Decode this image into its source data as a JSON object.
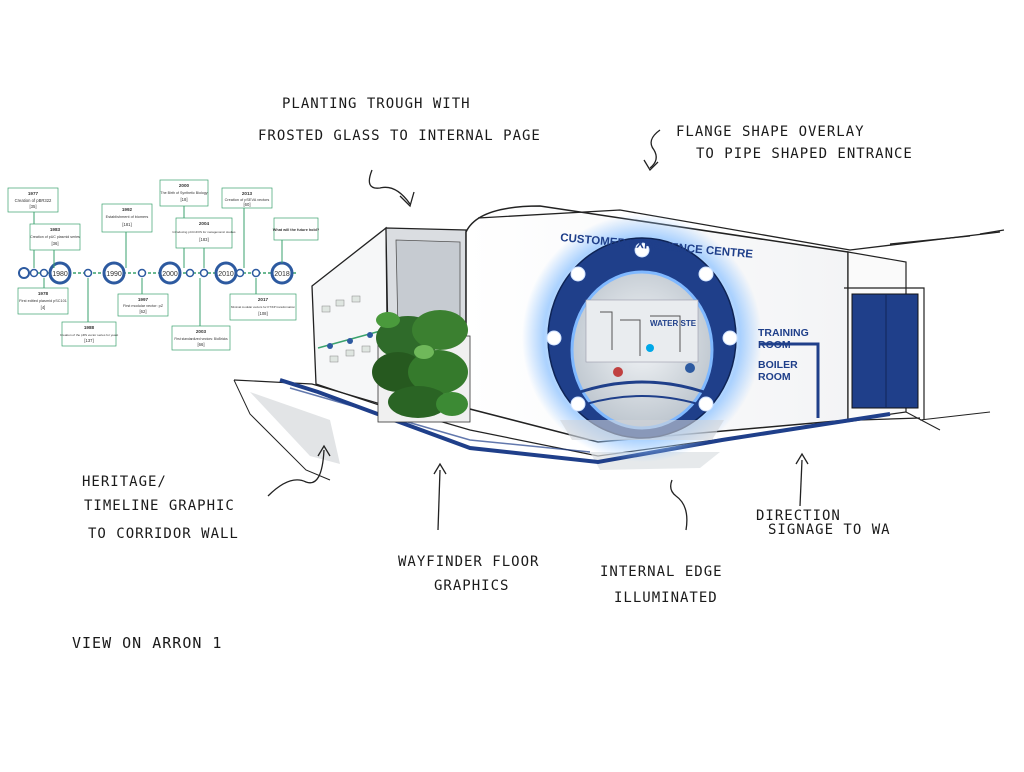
{
  "annotations": {
    "planting_line1": "PLANTING TROUGH WITH",
    "planting_line2": "FROSTED GLASS TO INTERNAL PAGE",
    "flange_line1": "FLANGE SHAPE OVERLAY",
    "flange_line2": "TO PIPE SHAPED ENTRANCE",
    "heritage_line1": "HERITAGE/",
    "heritage_line2": "TIMELINE GRAPHIC",
    "heritage_line3": "TO CORRIDOR WALL",
    "wayfinder_line1": "WAYFINDER FLOOR",
    "wayfinder_line2": "GRAPHICS",
    "internal_line1": "INTERNAL EDGE",
    "internal_line2": "ILLUMINATED",
    "direction_line1": "DIRECTION",
    "direction_line2": "SIGNAGE TO WA",
    "view_label": "VIEW ON ARRON 1"
  },
  "signage": {
    "header": "CUSTOMER EXPERIENCE CENTRE",
    "room1_line1": "TRAINING",
    "room1_line2": "ROOM",
    "room2_line1": "BOILER",
    "room2_line2": "ROOM",
    "interior_label": "WATER STE"
  },
  "timeline": {
    "decades": [
      "1980",
      "1990",
      "2000",
      "2010",
      "2018"
    ],
    "top_cards": [
      {
        "year": "1977",
        "text": "Creation of pBR322",
        "ref": "[35]"
      },
      {
        "year": "1983",
        "text": "Creation of pUC plasmid series",
        "ref": "[36]"
      },
      {
        "year": "1992",
        "text": "Establishment of biomers",
        "ref": "[181]"
      },
      {
        "year": "2000",
        "text": "The Birth of Synthetic Biology",
        "ref": "[18]"
      },
      {
        "year": "2004",
        "text": "Introducing pCC1FOS for metagenomic studies",
        "ref": "[183]"
      },
      {
        "year": "2013",
        "text": "Creation of pSEVA vectors",
        "ref": "[60]"
      }
    ],
    "bottom_cards": [
      {
        "year": "1978",
        "text": "First edited plasmid pSC101",
        "ref": "[4]"
      },
      {
        "year": "1988",
        "text": "Creation of the pRS vector series for yeast",
        "ref": "[137]"
      },
      {
        "year": "1997",
        "text": "First modular vector: pZ",
        "ref": "[62]"
      },
      {
        "year": "2003",
        "text": "First standardized vectors: BioBricks",
        "ref": "[66]"
      },
      {
        "year": "2017",
        "text": "Minimal modular vectors for KT/KP transformation",
        "ref": "[108]"
      }
    ],
    "future": "What will the future hold?"
  },
  "colors": {
    "navy": "#1f3f8a",
    "glow": "#7fb8ff",
    "teal": "#3aa26d",
    "plant": "#2f6b2a"
  }
}
